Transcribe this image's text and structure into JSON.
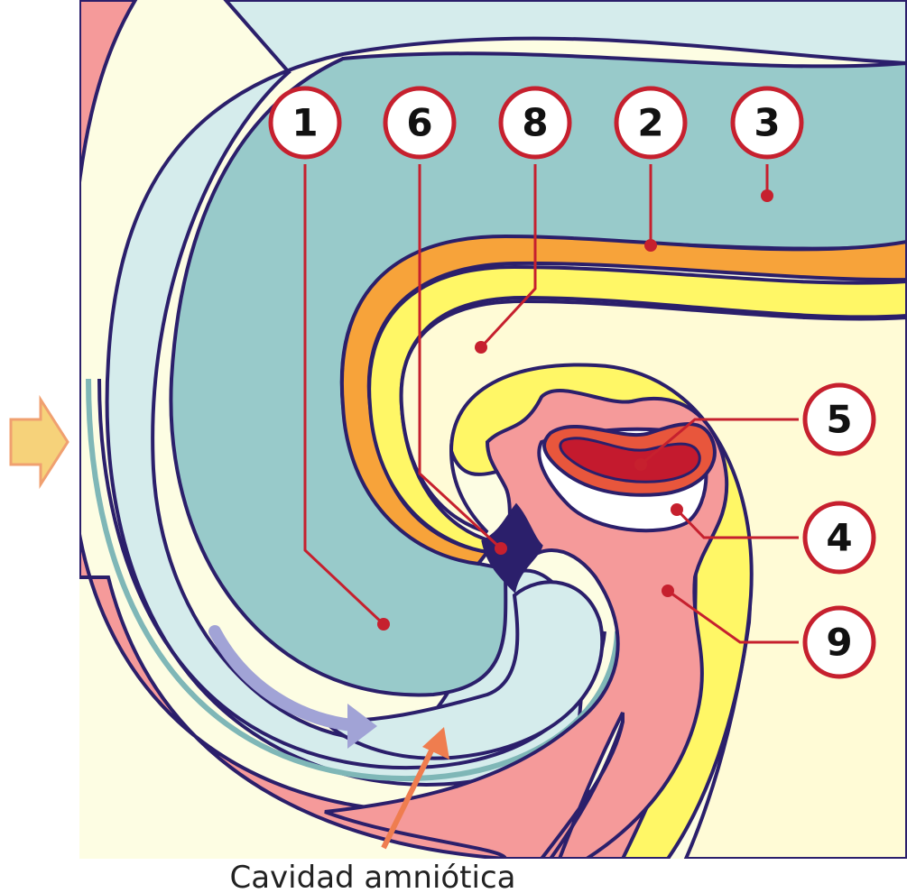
{
  "diagram": {
    "caption": "Cavidad amniótica",
    "markers": [
      {
        "id": "1",
        "label": "1"
      },
      {
        "id": "6",
        "label": "6"
      },
      {
        "id": "8",
        "label": "8"
      },
      {
        "id": "2",
        "label": "2"
      },
      {
        "id": "3",
        "label": "3"
      },
      {
        "id": "5",
        "label": "5"
      },
      {
        "id": "4",
        "label": "4"
      },
      {
        "id": "9",
        "label": "9"
      }
    ]
  }
}
